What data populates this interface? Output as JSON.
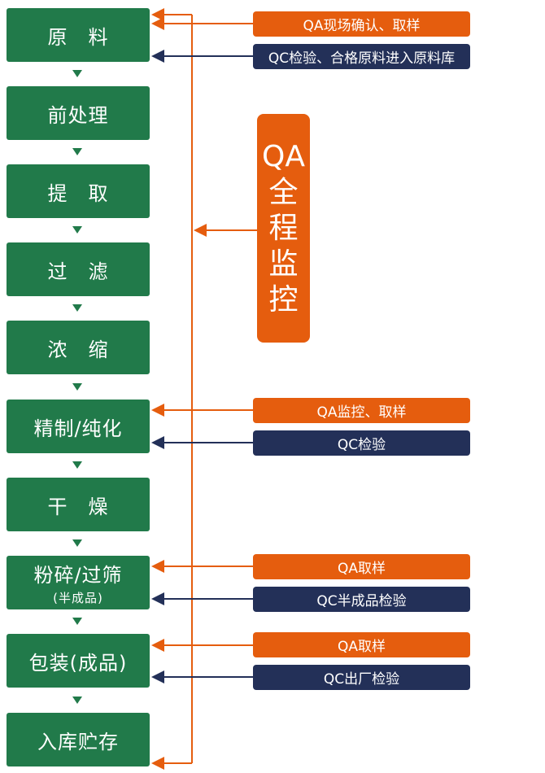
{
  "steps": [
    {
      "label": "原　料"
    },
    {
      "label": "前处理"
    },
    {
      "label": "提　取"
    },
    {
      "label": "过　滤"
    },
    {
      "label": "浓　缩"
    },
    {
      "label": "精制/纯化"
    },
    {
      "label": "干　燥"
    },
    {
      "label": "粉碎/过筛",
      "sub": "(半成品)"
    },
    {
      "label": "包装(成品)"
    },
    {
      "label": "入库贮存"
    }
  ],
  "monitor": {
    "line1": "QA",
    "chars": [
      "全",
      "程",
      "监",
      "控"
    ]
  },
  "checks": [
    {
      "qa": "QA现场确认、取样",
      "qc": "QC检验、合格原料进入原料库"
    },
    {
      "qa": "QA监控、取样",
      "qc": "QC检验"
    },
    {
      "qa": "QA取样",
      "qc": "QC半成品检验"
    },
    {
      "qa": "QA取样",
      "qc": "QC出厂检验"
    }
  ],
  "colors": {
    "step": "#217a4a",
    "qa": "#e55d0e",
    "qc": "#233058"
  }
}
